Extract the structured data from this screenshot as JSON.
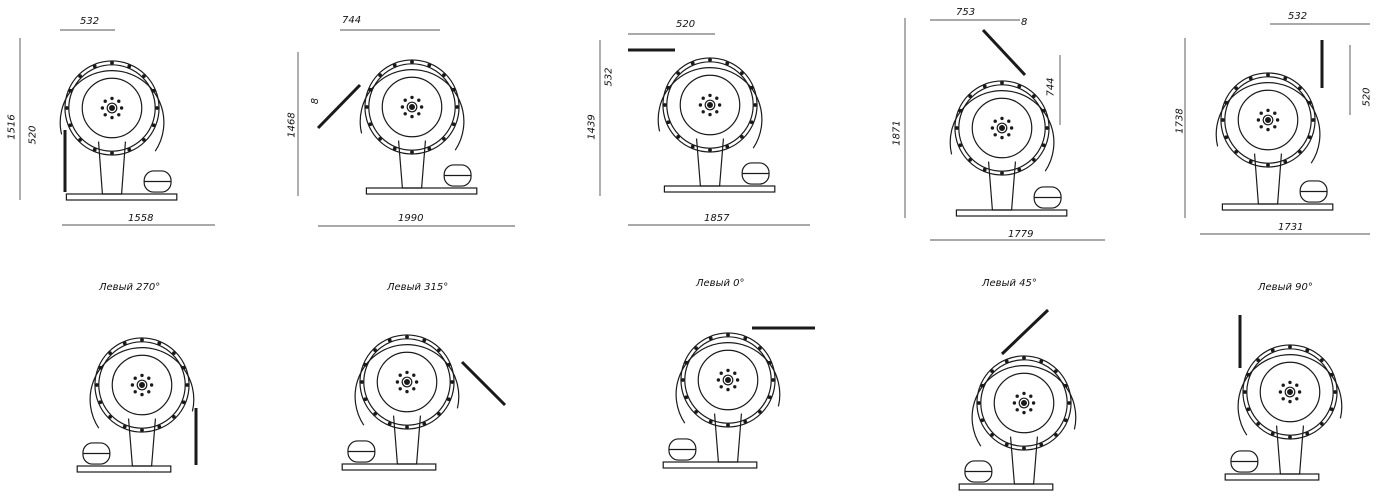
{
  "top_row": [
    {
      "dims": {
        "d1": "532",
        "d2": "1516",
        "d3": "520",
        "d4": "1558"
      }
    },
    {
      "dims": {
        "d1": "744",
        "d2": "1468",
        "d3": "8",
        "d4": "1990"
      }
    },
    {
      "dims": {
        "d1": "520",
        "d2": "1439",
        "d3": "532",
        "d4": "1857"
      }
    },
    {
      "dims": {
        "d1": "753",
        "d2": "1871",
        "d3": "8",
        "d4": "744",
        "d5": "1779"
      }
    },
    {
      "dims": {
        "d1": "532",
        "d2": "1738",
        "d3": "520",
        "d4": "1731"
      }
    }
  ],
  "bottom_row": [
    {
      "caption": "Левый 270°"
    },
    {
      "caption": "Левый 315°"
    },
    {
      "caption": "Левый 0°"
    },
    {
      "caption": "Левый 45°"
    },
    {
      "caption": "Левый 90°"
    }
  ],
  "colors": {
    "line": "#1a1a1a",
    "background": "#ffffff"
  }
}
